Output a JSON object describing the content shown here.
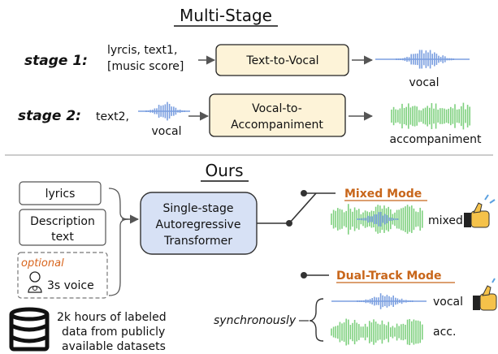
{
  "top": {
    "title": "Multi-Stage",
    "stage1": {
      "label": "stage 1:",
      "inputs_line1": "lyrcis, text1,",
      "inputs_line2": "[music score]",
      "model": "Text-to-Vocal",
      "output": "vocal"
    },
    "stage2": {
      "label": "stage 2:",
      "input_text": "text2,",
      "input_audio": "vocal",
      "model_line1": "Vocal-to-",
      "model_line2": "Accompaniment",
      "output": "accompaniment"
    }
  },
  "bottom": {
    "title": "Ours",
    "inputs": {
      "lyrics": "lyrics",
      "desc_line1": "Description",
      "desc_line2": "text",
      "optional": "optional",
      "voice": "3s voice"
    },
    "model_line1": "Single-stage",
    "model_line2": "Autoregressive",
    "model_line3": "Transformer",
    "mixed_mode": "Mixed Mode",
    "mixed_label": "mixed",
    "dual_mode": "Dual-Track Mode",
    "sync": "synchronously",
    "vocal_label": "vocal",
    "acc_label": "acc.",
    "data_line1": "2k hours of labeled",
    "data_line2": "data from publicly",
    "data_line3": "available datasets"
  },
  "colors": {
    "vocal_wave": "#7b9fe0",
    "acc_wave": "#7ed07e",
    "box_fill": "#fdf3d8",
    "model_fill": "#d7e1f5",
    "mode_text": "#c8661a",
    "optional_text": "#d8641c",
    "thumb": "#f5c24a"
  },
  "icons": [
    "database-icon",
    "person-voice-icon",
    "thumbs-up-icon"
  ]
}
